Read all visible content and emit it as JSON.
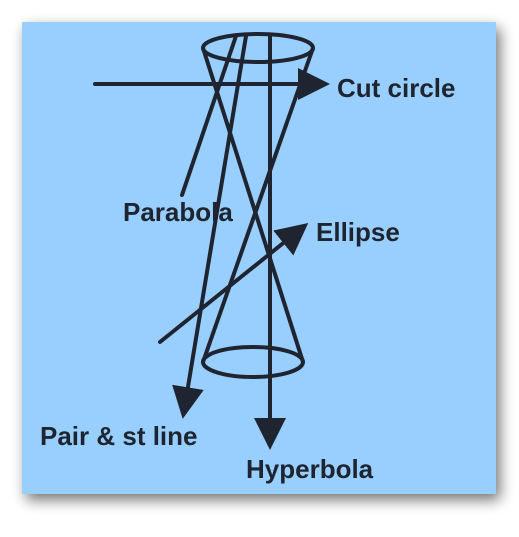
{
  "labels": {
    "cut_circle": "Cut circle",
    "parabola": "Parabola",
    "ellipse": "Ellipse",
    "pair_st_line": "Pair & st line",
    "hyperbola": "Hyperbola"
  },
  "colors": {
    "panel": "#99cfff",
    "stroke": "#1e2430",
    "shadow": "#7a7a7a"
  }
}
